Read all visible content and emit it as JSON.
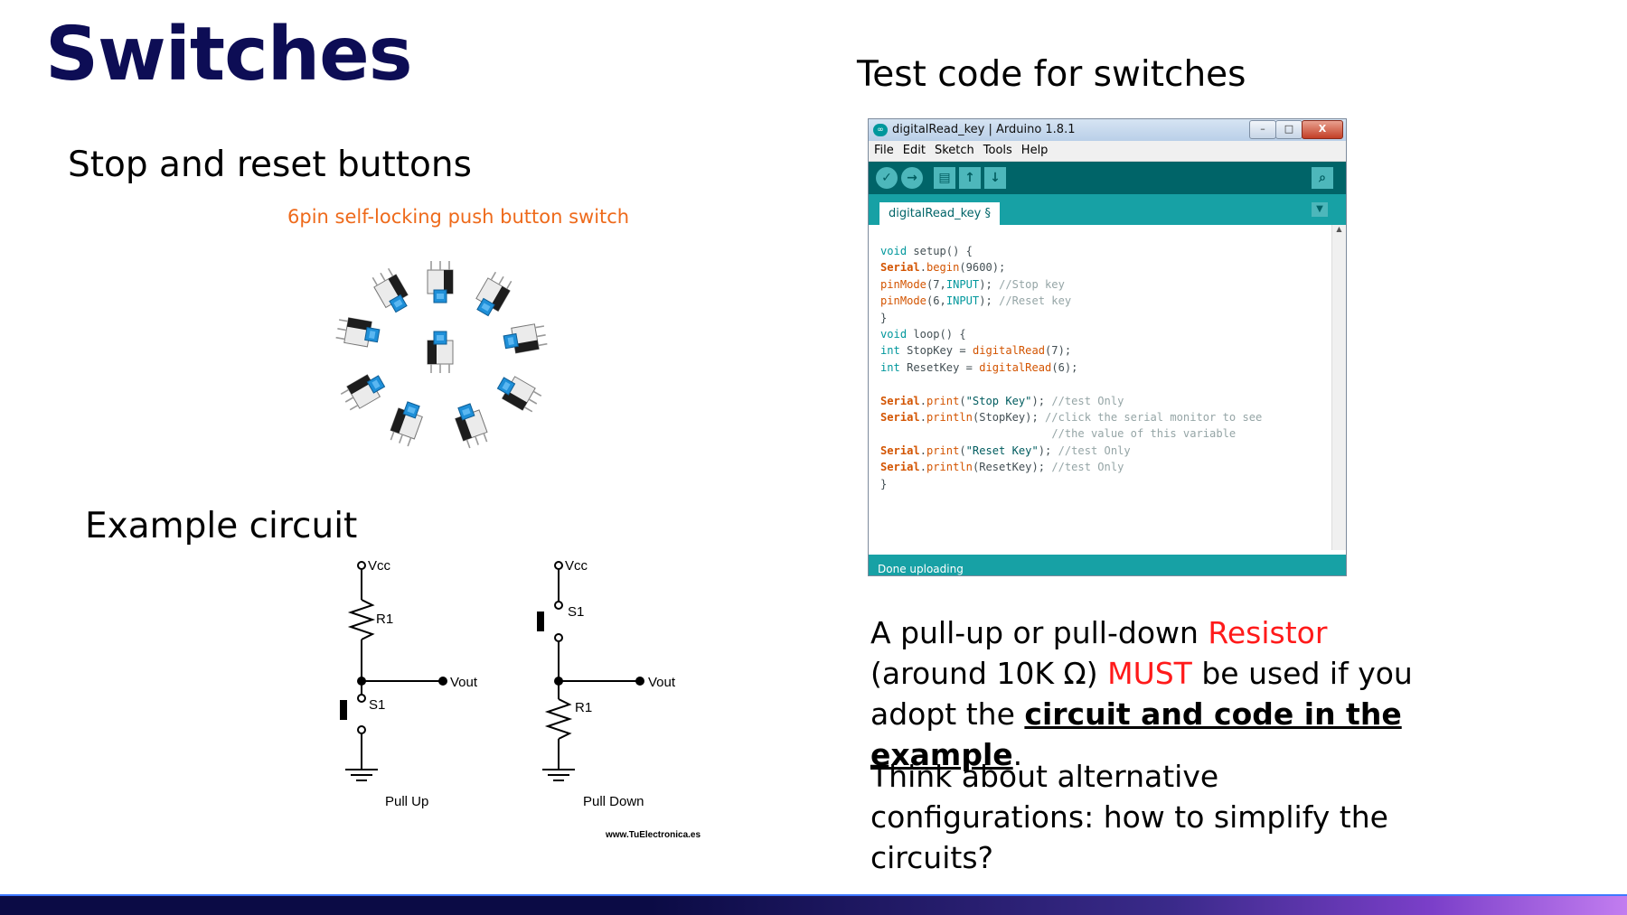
{
  "slide": {
    "title": "Switches",
    "left_heading_1": "Stop and reset buttons",
    "photo_caption": "6pin self-locking push button switch",
    "left_heading_2": "Example circuit",
    "right_heading": "Test code for switches"
  },
  "circuit": {
    "pull_up": {
      "supply": "Vcc",
      "resistor": "R1",
      "switch": "S1",
      "output": "Vout",
      "caption": "Pull Up"
    },
    "pull_down": {
      "supply": "Vcc",
      "switch": "S1",
      "resistor": "R1",
      "output": "Vout",
      "caption": "Pull Down"
    },
    "credit": "www.TuElectronica.es"
  },
  "ide": {
    "window_title": "digitalRead_key | Arduino 1.8.1",
    "menu": [
      "File",
      "Edit",
      "Sketch",
      "Tools",
      "Help"
    ],
    "tab_label": "digitalRead_key §",
    "status_text": "Done uploading",
    "code_lines": [
      "void setup() {",
      "Serial.begin(9600);",
      "pinMode(7,INPUT); //Stop key",
      "pinMode(6,INPUT); //Reset key",
      "}",
      "void loop() {",
      "int StopKey = digitalRead(7);",
      "int ResetKey = digitalRead(6);",
      "",
      "Serial.print(\"Stop Key\"); //test Only",
      "Serial.println(StopKey); //click the serial monitor to see",
      "                          //the value of this variable",
      "Serial.print(\"Reset Key\"); //test Only",
      "Serial.println(ResetKey); //test Only",
      "}"
    ]
  },
  "notes": {
    "p1_part1": "A pull-up or pull-down ",
    "p1_resistor": "Resistor",
    "p1_part2": " (around 10K Ω)  ",
    "p1_must": "MUST",
    "p1_part3": " be used if you adopt the ",
    "p1_emphasis": "circuit and code in the example",
    "p1_end": ".",
    "p2": "Think about alternative configurations: how to simplify the circuits?"
  },
  "colors": {
    "title": "#0d0d55",
    "caption_orange": "#ee6a1b",
    "emphasis_red": "#ff1a1a",
    "arduino_teal": "#17a1a5",
    "arduino_dark": "#006468"
  }
}
